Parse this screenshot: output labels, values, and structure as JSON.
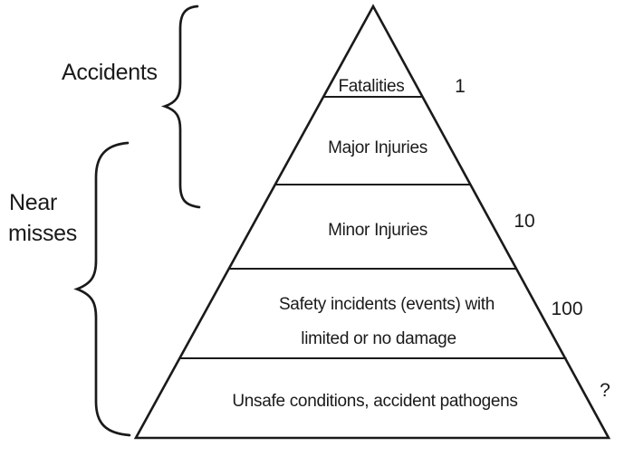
{
  "diagram": {
    "type": "safety-pyramid",
    "groups": [
      {
        "name": "accidents",
        "label": "Accidents"
      },
      {
        "name": "near-misses",
        "label_line1": "Near",
        "label_line2": "misses"
      }
    ],
    "tiers": [
      {
        "label": "Fatalities",
        "count": "1"
      },
      {
        "label": "Major Injuries"
      },
      {
        "label": "Minor Injuries",
        "count": "10"
      },
      {
        "label_line1": "Safety incidents (events) with",
        "label_line2": "limited or no damage",
        "count": "100"
      },
      {
        "label": "Unsafe conditions, accident pathogens",
        "count": "?"
      }
    ],
    "colors": {
      "ink": "#1a1a1a",
      "background": "#ffffff"
    }
  }
}
